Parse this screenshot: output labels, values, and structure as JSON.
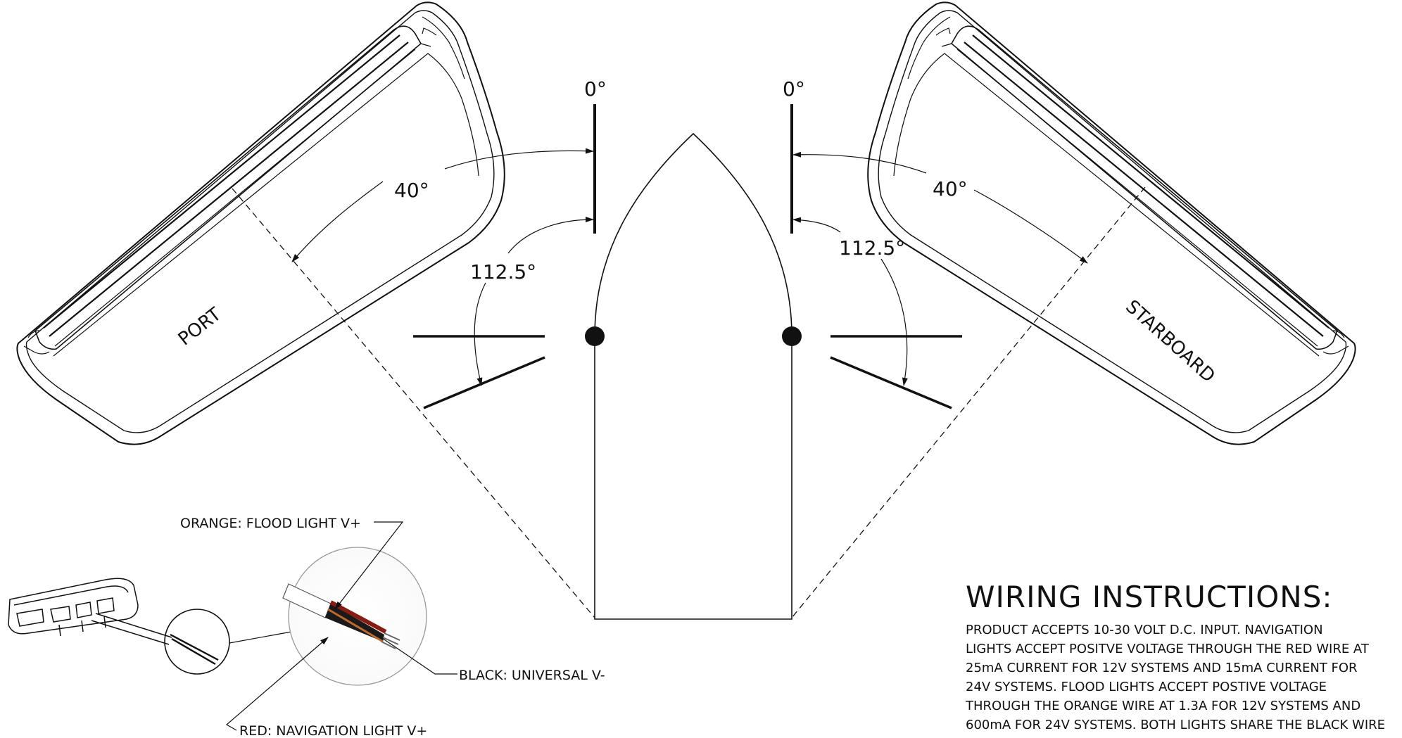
{
  "angles": {
    "port_bow": "0°",
    "starboard_bow": "0°",
    "port_forward": "40°",
    "starboard_forward": "40°",
    "port_sweep": "112.5°",
    "starboard_sweep": "112.5°"
  },
  "sides": {
    "port": "PORT",
    "starboard": "STARBOARD"
  },
  "wires": {
    "orange": "ORANGE: FLOOD LIGHT V+",
    "black": "BLACK: UNIVERSAL V-",
    "red": "RED: NAVIGATION LIGHT V+"
  },
  "wiring": {
    "title": "WIRING INSTRUCTIONS:",
    "lines": [
      "PRODUCT ACCEPTS 10-30 VOLT D.C. INPUT. NAVIGATION",
      "LIGHTS ACCEPT POSITVE VOLTAGE THROUGH THE RED WIRE AT",
      "25mA CURRENT FOR 12V SYSTEMS AND 15mA CURRENT FOR",
      "24V SYSTEMS. FLOOD LIGHTS ACCEPT POSTIVE VOLTAGE",
      "THROUGH THE ORANGE WIRE AT 1.3A FOR 12V SYSTEMS AND",
      "600mA FOR 24V SYSTEMS. BOTH LIGHTS SHARE THE BLACK WIRE"
    ]
  },
  "colors": {
    "ink": "#111111",
    "wire_red": "#8b1a10",
    "wire_orange": "#c06a2a"
  }
}
